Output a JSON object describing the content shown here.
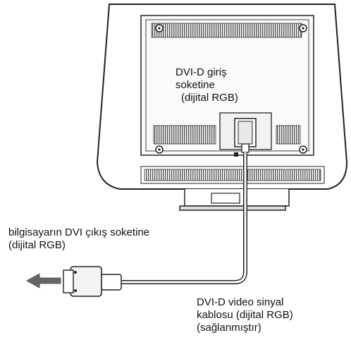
{
  "labels": {
    "input_socket": [
      "DVI-D giriş",
      "soketine",
      "(dijital RGB)"
    ],
    "computer_output": [
      "bilgisayarın DVI çıkış soketine",
      "(dijital RGB)"
    ],
    "cable": [
      "DVI-D video sinyal",
      "kablosu (dijital RGB)",
      "(sağlanmıştır)"
    ]
  }
}
